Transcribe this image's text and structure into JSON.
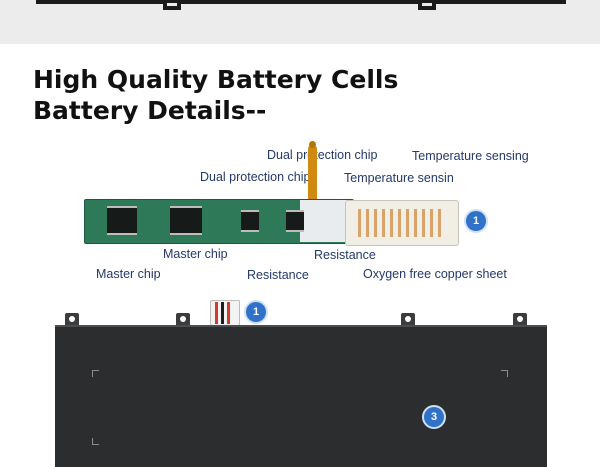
{
  "heading": {
    "line1": "High Quality Battery Cells",
    "line2": "Battery Details--"
  },
  "labels": {
    "dual_protection_chip_top": "Dual protection chip",
    "temperature_sensing": "Temperature sensing",
    "dual_protection_chip": "Dual protection chip",
    "temperature_sensin": "Temperature sensin",
    "master_chip_upper": "Master chip",
    "master_chip_lower": "Master chip",
    "resistance_right": "Resistance",
    "resistance_left": "Resistance",
    "oxygen_free_copper_sheet": "Oxygen free copper sheet"
  },
  "badges": {
    "connector_badge": "1",
    "wire_badge": "1",
    "battery_badge": "3"
  },
  "colors": {
    "label_text": "#24386b",
    "badge_blue": "#2f72c8",
    "pcb_green": "#2e7a58",
    "battery_black": "#2b2d2f"
  }
}
